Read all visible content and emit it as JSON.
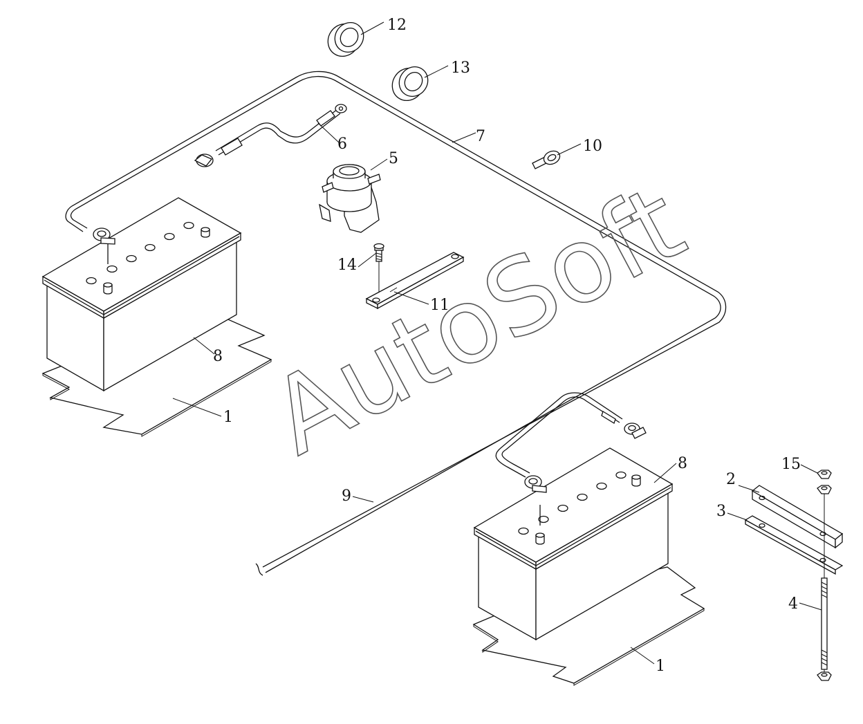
{
  "watermark": "AutoSoft",
  "callouts": [
    {
      "id": "c1a",
      "label": "1"
    },
    {
      "id": "c1b",
      "label": "1"
    },
    {
      "id": "c2",
      "label": "2"
    },
    {
      "id": "c3",
      "label": "3"
    },
    {
      "id": "c4",
      "label": "4"
    },
    {
      "id": "c5",
      "label": "5"
    },
    {
      "id": "c6",
      "label": "6"
    },
    {
      "id": "c7",
      "label": "7"
    },
    {
      "id": "c8a",
      "label": "8"
    },
    {
      "id": "c8b",
      "label": "8"
    },
    {
      "id": "c9",
      "label": "9"
    },
    {
      "id": "c10",
      "label": "10"
    },
    {
      "id": "c11",
      "label": "11"
    },
    {
      "id": "c12",
      "label": "12"
    },
    {
      "id": "c13",
      "label": "13"
    },
    {
      "id": "c14",
      "label": "14"
    },
    {
      "id": "c15",
      "label": "15"
    }
  ]
}
